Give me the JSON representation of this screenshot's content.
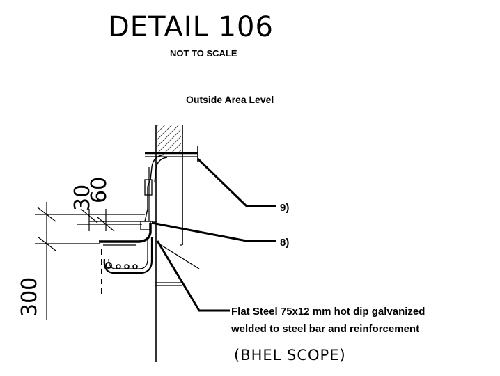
{
  "title": "DETAIL 106",
  "subtitle": "NOT TO SCALE",
  "section_label": "Outside Area Level",
  "callouts": {
    "c9": "9)",
    "c8": "8)",
    "note_line1": "Flat Steel 75x12 mm hot dip galvanized",
    "note_line2": "welded to steel bar and reinforcement",
    "scope": "(BHEL SCOPE)"
  },
  "dimensions": {
    "d30": "30",
    "d60": "60",
    "d300": "300"
  }
}
